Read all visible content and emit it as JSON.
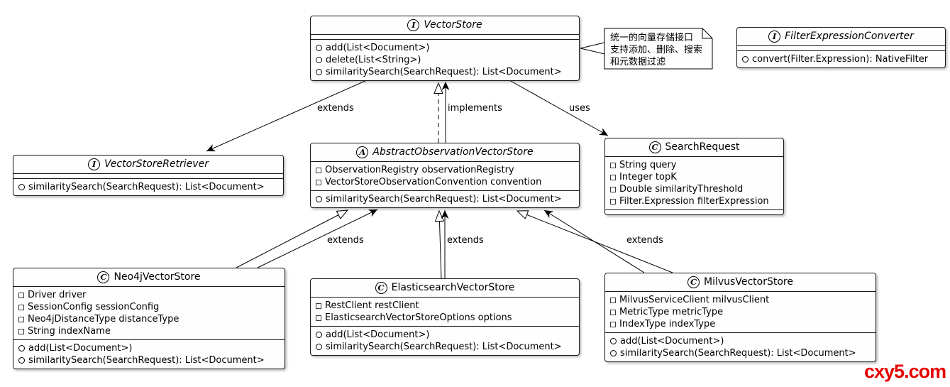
{
  "icons": {
    "interface_letter": "I",
    "abstract_letter": "A",
    "class_letter": "C"
  },
  "classes": {
    "vectorStore": {
      "name": "VectorStore",
      "methods": [
        "add(List<Document>)",
        "delete(List<String>)",
        "similaritySearch(SearchRequest): List<Document>"
      ]
    },
    "filterExpressionConverter": {
      "name": "FilterExpressionConverter",
      "methods": [
        "convert(Filter.Expression): NativeFilter"
      ]
    },
    "vectorStoreRetriever": {
      "name": "VectorStoreRetriever",
      "methods": [
        "similaritySearch(SearchRequest): List<Document>"
      ]
    },
    "abstractObservationVectorStore": {
      "name": "AbstractObservationVectorStore",
      "fields": [
        "ObservationRegistry observationRegistry",
        "VectorStoreObservationConvention convention"
      ],
      "methods": [
        "similaritySearch(SearchRequest): List<Document>"
      ]
    },
    "searchRequest": {
      "name": "SearchRequest",
      "fields": [
        "String query",
        "Integer topK",
        "Double similarityThreshold",
        "Filter.Expression filterExpression"
      ]
    },
    "neo4j": {
      "name": "Neo4jVectorStore",
      "fields": [
        "Driver driver",
        "SessionConfig sessionConfig",
        "Neo4jDistanceType distanceType",
        "String indexName"
      ],
      "methods": [
        "add(List<Document>)",
        "similaritySearch(SearchRequest): List<Document>"
      ]
    },
    "elasticsearch": {
      "name": "ElasticsearchVectorStore",
      "fields": [
        "RestClient restClient",
        "ElasticsearchVectorStoreOptions options"
      ],
      "methods": [
        "add(List<Document>)",
        "similaritySearch(SearchRequest): List<Document>"
      ]
    },
    "milvus": {
      "name": "MilvusVectorStore",
      "fields": [
        "MilvusServiceClient milvusClient",
        "MetricType metricType",
        "IndexType indexType"
      ],
      "methods": [
        "add(List<Document>)",
        "similaritySearch(SearchRequest): List<Document>"
      ]
    }
  },
  "note": {
    "lines": [
      "统一的向量存储接口",
      "支持添加、删除、搜索",
      "和元数据过滤"
    ]
  },
  "edges": {
    "retriever_label": "extends",
    "implements_label": "implements",
    "uses_label": "uses",
    "neo4j_label": "extends",
    "elastic_label": "extends",
    "milvus_label": "extends"
  },
  "watermark": {
    "text": "cxy5.com",
    "color": "#e60000"
  }
}
